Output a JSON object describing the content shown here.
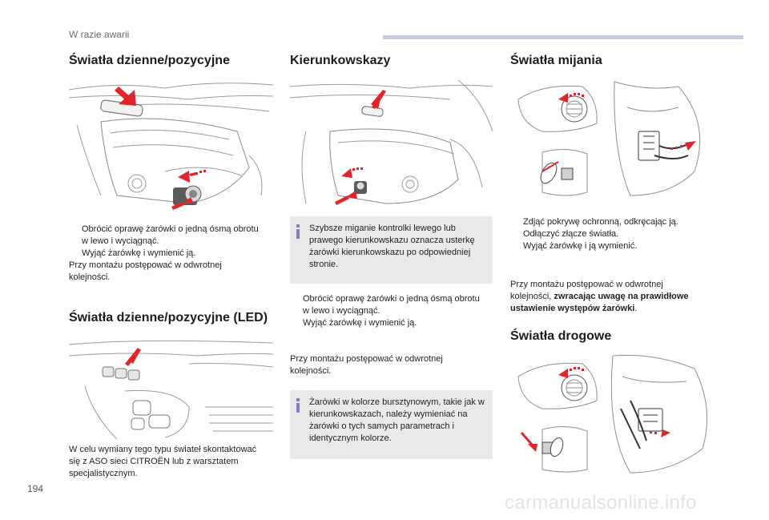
{
  "header": {
    "section": "W razie awarii"
  },
  "page_number": "194",
  "watermark": "carmanualsonline.info",
  "col1": {
    "title1": "Światła dzienne/pozycyjne",
    "bullets1": [
      "Obrócić oprawę żarówki o jedną ósmą obrotu w lewo i wyciągnąć.",
      "Wyjąć żarówkę i wymienić ją."
    ],
    "note1": "Przy montażu postępować w odwrotnej kolejności.",
    "title2": "Światła dzienne/pozycyjne (LED)",
    "note2": "W celu wymiany tego typu świateł skontaktować się z ASO sieci CITROËN lub z warsztatem specjalistycznym."
  },
  "col2": {
    "title": "Kierunkowskazy",
    "info1": "Szybsze miganie kontrolki lewego lub prawego kierunkowskazu oznacza usterkę żarówki kierunkowskazu po odpowiedniej stronie.",
    "bullets": [
      "Obrócić oprawę żarówki o jedną ósmą obrotu w lewo i wyciągnąć.",
      "Wyjąć żarówkę i wymienić ją."
    ],
    "note": "Przy montażu postępować w odwrotnej kolejności.",
    "info2": "Żarówki w kolorze bursztynowym, takie jak w kierunkowskazach, należy wymieniać na żarówki o tych samych parametrach i identycznym kolorze."
  },
  "col3": {
    "title1": "Światła mijania",
    "bullets": [
      "Zdjąć pokrywę ochronną, odkręcając ją.",
      "Odłączyć złącze światła.",
      "Wyjąć żarówkę i ją wymienić."
    ],
    "note_prefix": "Przy montażu postępować w odwrotnej kolejności, ",
    "note_bold": "zwracając uwagę na prawidłowe ustawienie występów żarówki",
    "note_suffix": ".",
    "title2": "Światła drogowe"
  },
  "bullet_glyph": "",
  "colors": {
    "arrow": "#e0262b",
    "header_bar": "#c7ccdb",
    "info_bg": "#e9e9e9",
    "info_icon": "#8c7bc4"
  }
}
